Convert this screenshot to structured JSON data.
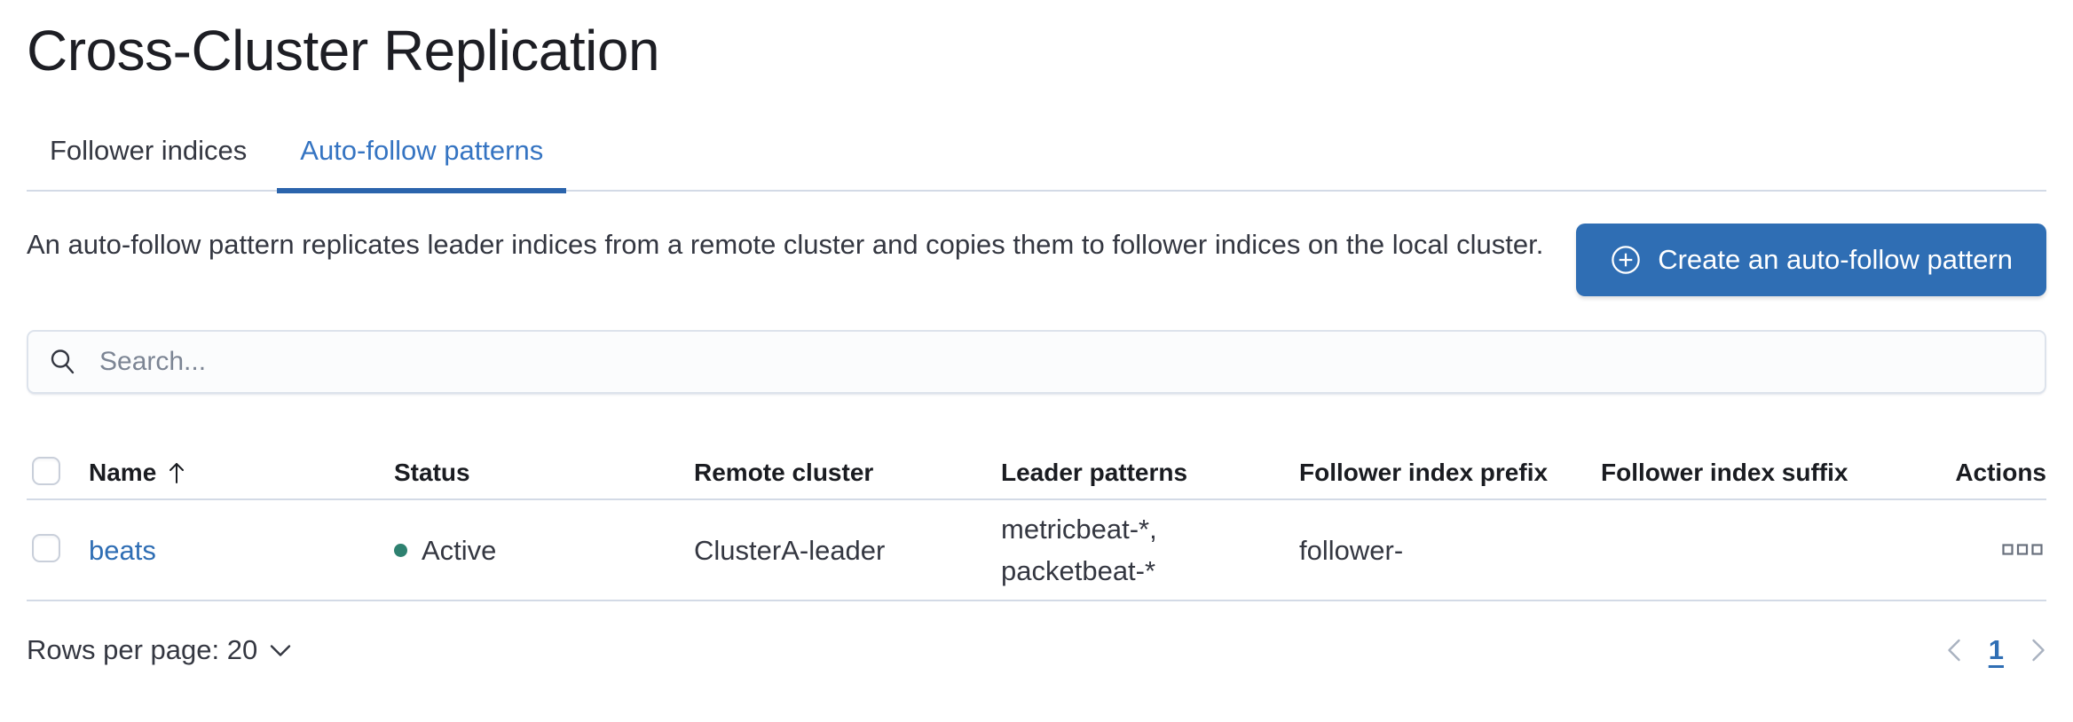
{
  "page_title": "Cross-Cluster Replication",
  "tabs": {
    "follower_indices": "Follower indices",
    "auto_follow_patterns": "Auto-follow patterns",
    "active_tab": "Auto-follow patterns"
  },
  "description": "An auto-follow pattern replicates leader indices from a remote cluster and copies them to follower indices on the local cluster.",
  "create_button": {
    "label": "Create an auto-follow pattern",
    "icon": "plus-in-circle-icon"
  },
  "search": {
    "placeholder": "Search...",
    "value": ""
  },
  "table": {
    "headers": {
      "name": "Name",
      "status": "Status",
      "remote_cluster": "Remote cluster",
      "leader_patterns": "Leader patterns",
      "follower_index_prefix": "Follower index prefix",
      "follower_index_suffix": "Follower index suffix",
      "actions": "Actions"
    },
    "sort": {
      "column": "Name",
      "direction": "ascending"
    },
    "rows": [
      {
        "name": "beats",
        "status": "Active",
        "remote_cluster": "ClusterA-leader",
        "leader_patterns": "metricbeat-*, packetbeat-*",
        "follower_index_prefix": "follower-",
        "follower_index_suffix": ""
      }
    ]
  },
  "pagination": {
    "rows_per_page": "Rows per page: 20",
    "current_page": "1"
  },
  "colors": {
    "primary_blue": "#2F6EB4",
    "tab_active_text": "#3574C2",
    "tab_underline": "#2B64AC",
    "status_active_green": "#2E8170",
    "border_light": "#D3DAE6",
    "text_dark": "#343741",
    "text_heading": "#1A1C21",
    "icon_gray": "#69707D",
    "pagination_disabled_gray": "#A9B2C0",
    "search_background": "#FBFCFD"
  }
}
